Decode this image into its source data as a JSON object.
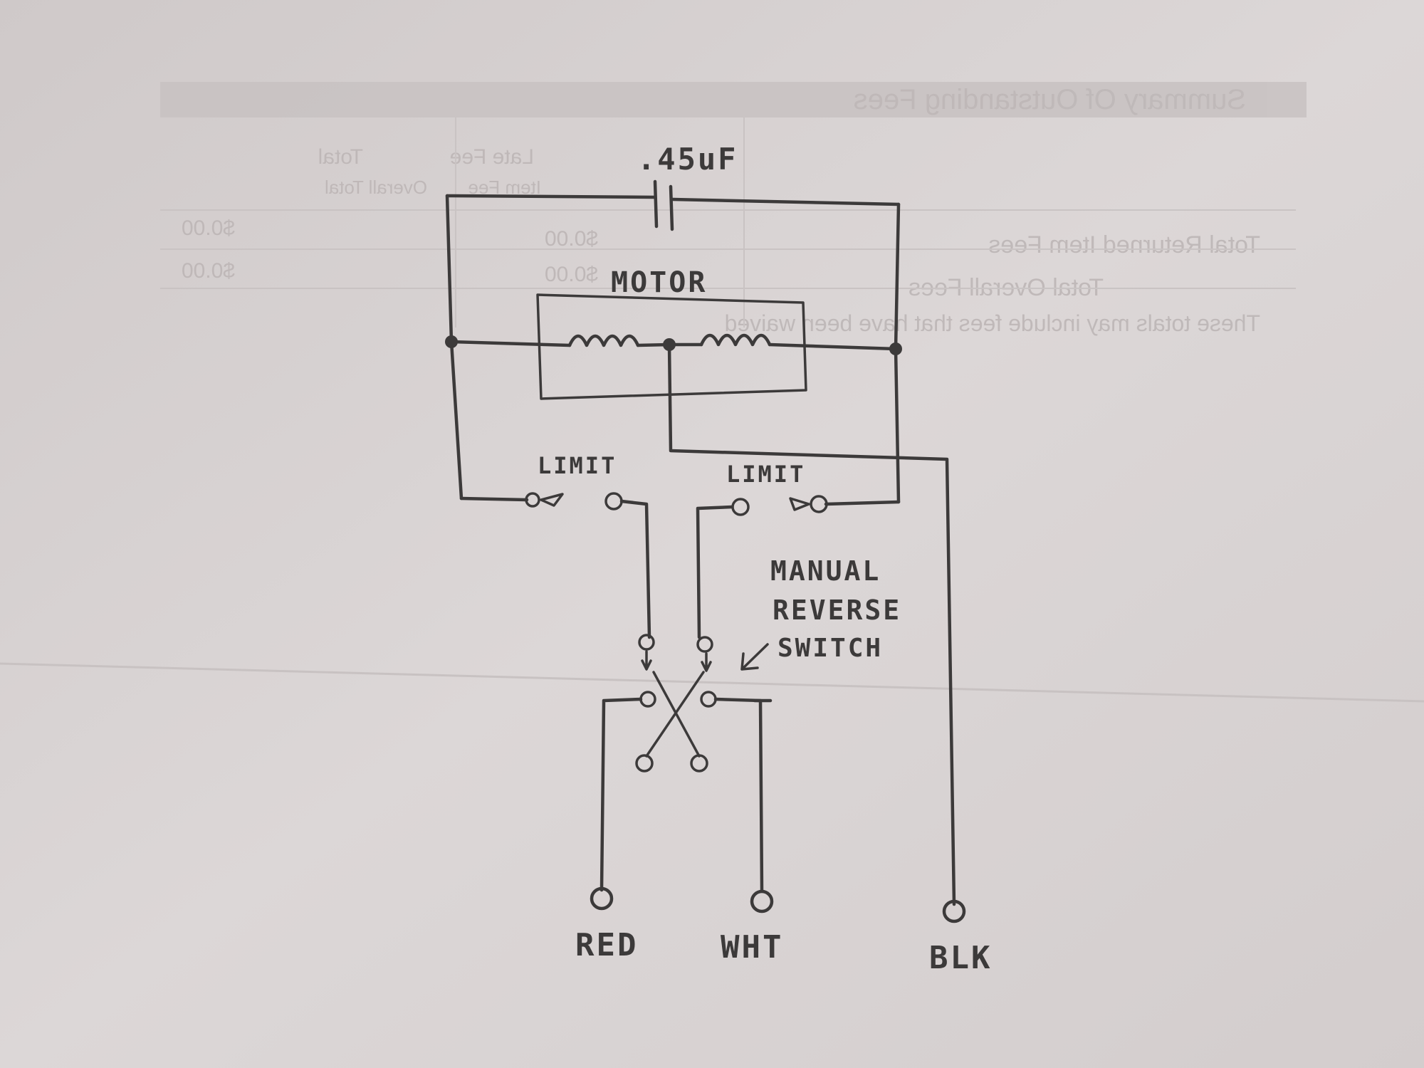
{
  "background_form": {
    "title": "Summary Of Outstanding Fees",
    "columns": [
      "Total",
      "Late Fee"
    ],
    "col_subheads": [
      "Overall Total",
      "Item Fee"
    ],
    "rows": [
      {
        "label": "Total Returned Item Fees",
        "fee": "$0.00",
        "total": "$0.00"
      },
      {
        "label": "Total Overall Fees",
        "fee": "$0.00",
        "total": "$0.00"
      }
    ],
    "note": "These totals may include fees that have been waived"
  },
  "diagram": {
    "capacitor_label": ".45uF",
    "motor_label": "MOTOR",
    "limit_left_label": "LIMIT",
    "limit_right_label": "LIMIT",
    "switch_label_line1": "MANUAL",
    "switch_label_line2": "REVERSE",
    "switch_label_line3": "SWITCH",
    "wire_labels": [
      "RED",
      "WHT",
      "BLK"
    ]
  },
  "colors": {
    "paper": "#d9d4d4",
    "ink": "#3c3a3a",
    "ghost_print": "#bdb6b6"
  }
}
